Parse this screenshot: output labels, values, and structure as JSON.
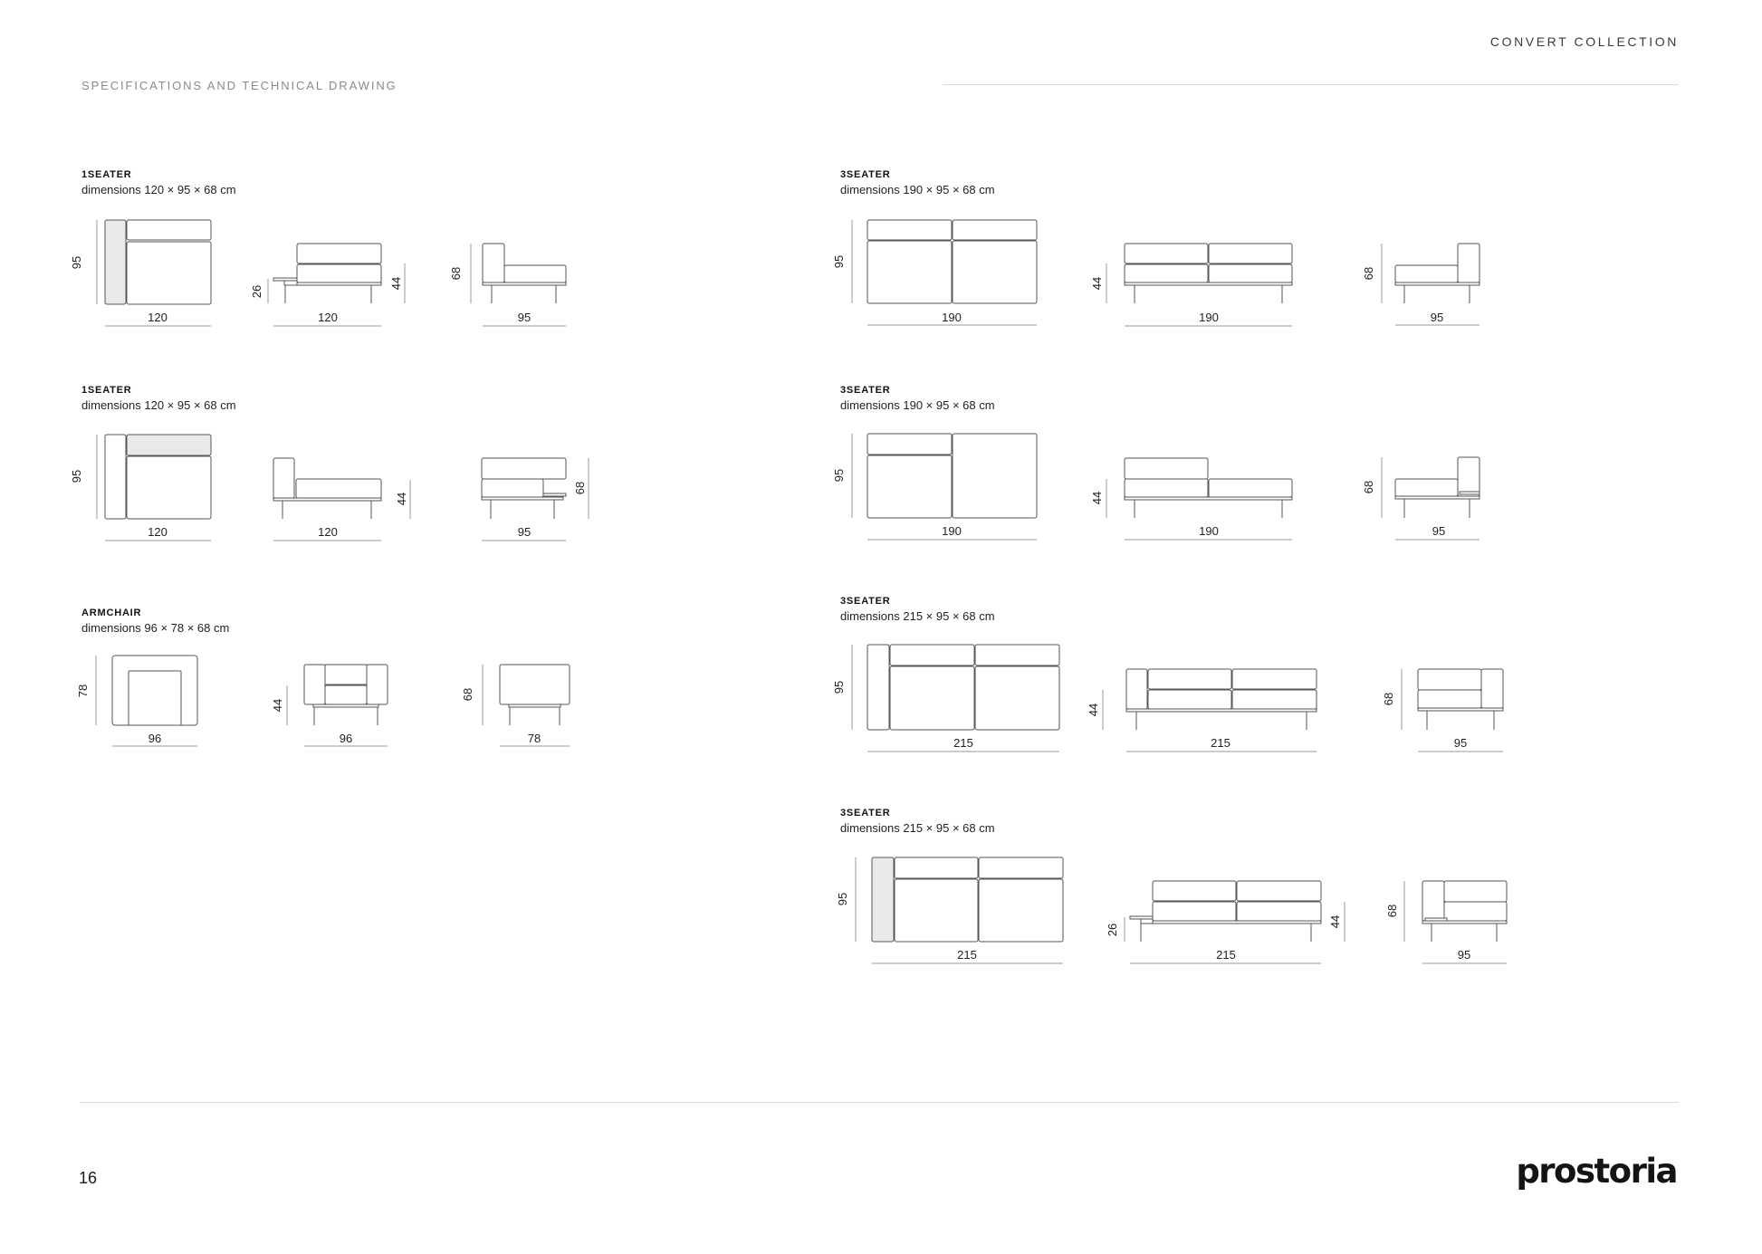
{
  "header": {
    "collection": "CONVERT COLLECTION",
    "section": "SPECIFICATIONS AND TECHNICAL DRAWING"
  },
  "footer": {
    "page_number": "16",
    "brand": "prostoria"
  },
  "items": [
    {
      "label": "1SEATER",
      "dims": "dimensions 120 × 95 × 68 cm",
      "d1w": "120",
      "d1h": "95",
      "d2w": "120",
      "d2h": "44",
      "d2arm": "26",
      "d3w": "95",
      "d3h": "68"
    },
    {
      "label": "1SEATER",
      "dims": "dimensions 120 × 95 × 68 cm",
      "d1w": "120",
      "d1h": "95",
      "d2w": "120",
      "d2h": "44",
      "d3w": "95",
      "d3h": "68"
    },
    {
      "label": "ARMCHAIR",
      "dims": "dimensions 96 × 78 × 68 cm",
      "d1w": "96",
      "d1h": "78",
      "d2w": "96",
      "d2h": "44",
      "d3w": "78",
      "d3h": "68"
    },
    {
      "label": "3SEATER",
      "dims": "dimensions 190 × 95 × 68 cm",
      "d1w": "190",
      "d1h": "95",
      "d2w": "190",
      "d2h": "44",
      "d3w": "95",
      "d3h": "68"
    },
    {
      "label": "3SEATER",
      "dims": "dimensions 190 × 95 × 68 cm",
      "d1w": "190",
      "d1h": "95",
      "d2w": "190",
      "d2h": "44",
      "d3w": "95",
      "d3h": "68"
    },
    {
      "label": "3SEATER",
      "dims": "dimensions 215 × 95 × 68 cm",
      "d1w": "215",
      "d1h": "95",
      "d2w": "215",
      "d2h": "44",
      "d3w": "95",
      "d3h": "68"
    },
    {
      "label": "3SEATER",
      "dims": "dimensions 215 × 95 × 68 cm",
      "d1w": "215",
      "d1h": "95",
      "d2w": "215",
      "d2h": "44",
      "d2arm": "26",
      "d3w": "95",
      "d3h": "68"
    }
  ]
}
